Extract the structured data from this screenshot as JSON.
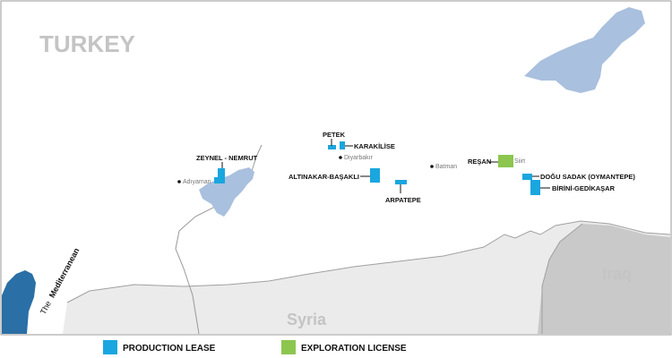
{
  "map": {
    "countries": {
      "turkey": "TURKEY",
      "syria": "Syria",
      "iraq": "Iraq"
    },
    "sea": {
      "prefix": "The",
      "name": "Mediterranean"
    },
    "cities": {
      "adiyaman": "Adıyaman",
      "diyarbakir": "Diyarbakır",
      "batman": "Batman",
      "siirt": "Siirt"
    },
    "fields": {
      "zeynel_nemrut": "ZEYNEL - NEMRUT",
      "petek": "PETEK",
      "karakilise": "KARAKİLİSE",
      "altinakar_basakli": "ALTINAKAR-BAŞAKLI",
      "arpatepe": "ARPATEPE",
      "resan": "REŞAN",
      "dogu_sadak": "DOĞU SADAK (OYMANTEPE)",
      "birini_gedikasar": "BİRİNİ-GEDİKAŞAR"
    }
  },
  "legend": {
    "production": "PRODUCTION LEASE",
    "exploration": "EXPLORATION LICENSE"
  },
  "colors": {
    "production": "#1aa6df",
    "exploration": "#8cc64e",
    "water": "#a9c0de",
    "sea": "#2a6fa5",
    "neighbor_light": "#ebebeb",
    "neighbor_dark": "#c9c9c9",
    "border": "#a0a0a0"
  }
}
